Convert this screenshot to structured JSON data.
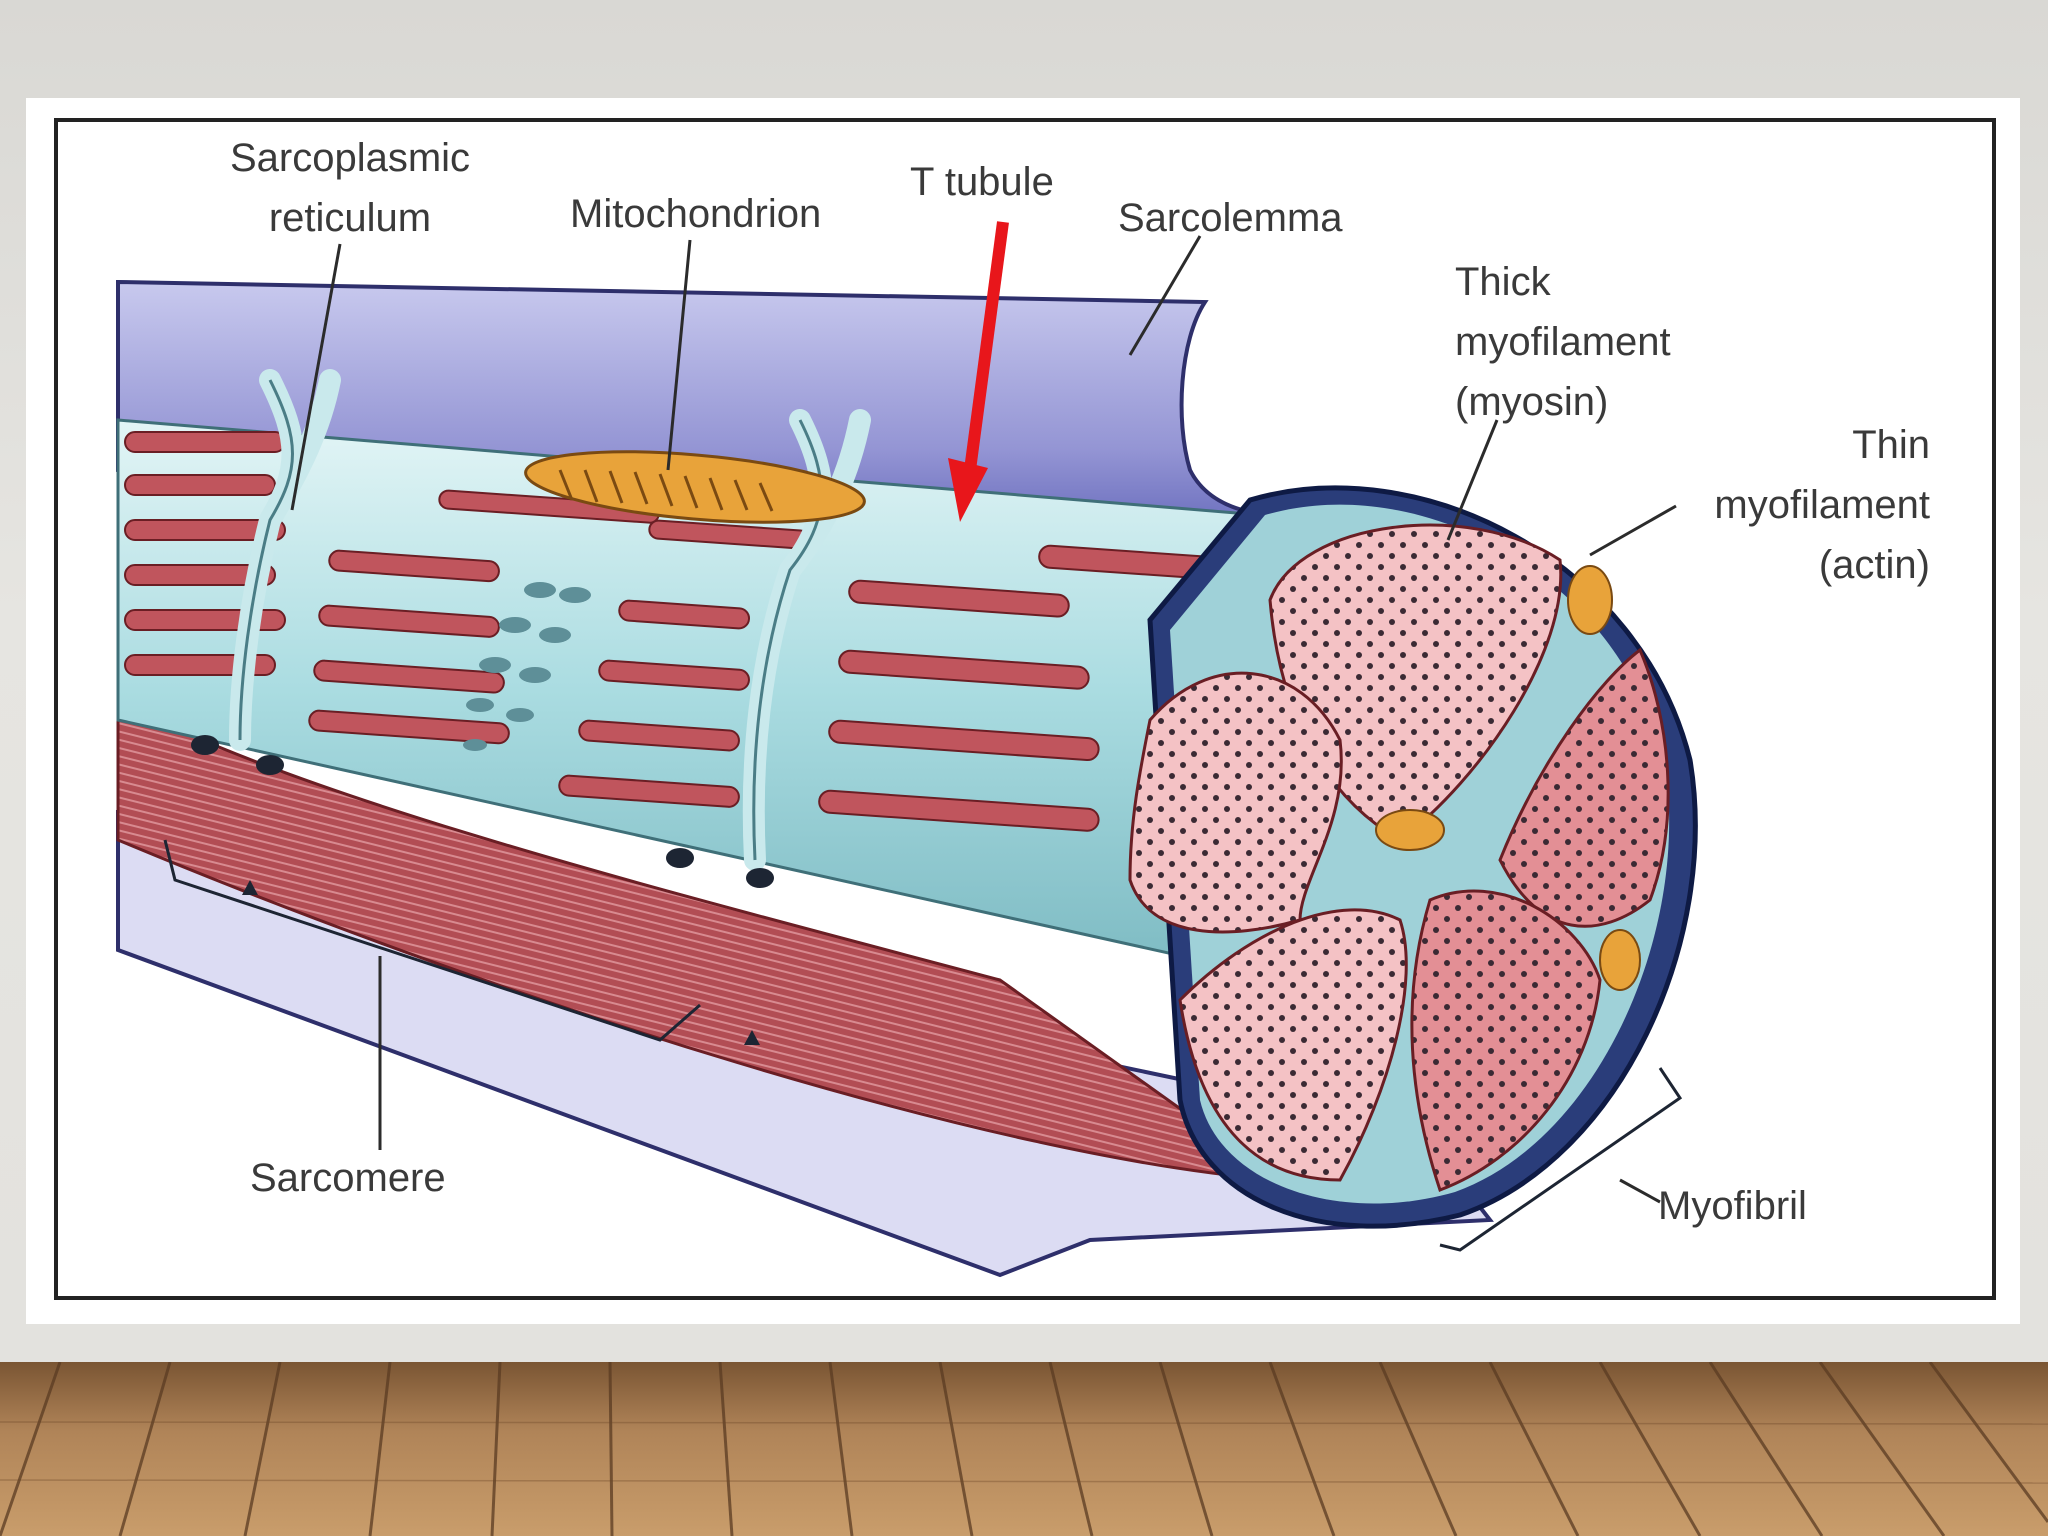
{
  "diagram": {
    "labels": {
      "sarcoplasmic_reticulum": [
        "Sarcoplasmic",
        "reticulum"
      ],
      "mitochondrion": "Mitochondrion",
      "t_tubule": "T tubule",
      "sarcolemma": "Sarcolemma",
      "thick_myofilament": [
        "Thick",
        "myofilament",
        "(myosin)"
      ],
      "thin_myofilament": [
        "Thin",
        "myofilament",
        "(actin)"
      ],
      "sarcomere": "Sarcomere",
      "myofibril": "Myofibril"
    },
    "colors": {
      "arrow": "#e8161b",
      "sarcolemma": "#9ea0d6",
      "reticulum": "#a9dbe0",
      "myofibril": "#b9555b",
      "myofibril_cross_section": "#f2b6bb",
      "mitochondrion": "#e8a33a",
      "floor": "#a87d52",
      "background": "#e2e1dd"
    }
  }
}
